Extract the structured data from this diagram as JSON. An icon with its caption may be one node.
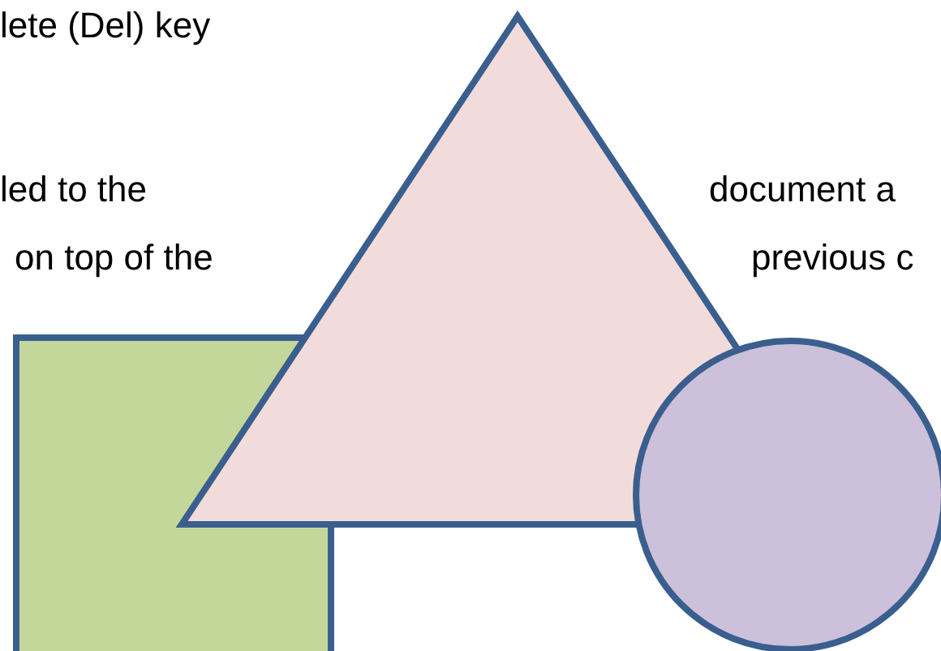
{
  "diagram": {
    "nodes": [
      {
        "text": [],
        "shape": "box"
      },
      {
        "text": [],
        "shape": "triangle"
      },
      {
        "text": [],
        "shape": "circle"
      }
    ],
    "labels": [
      "lete (Del) key",
      "led to the",
      "document a",
      "on top of the",
      "previous c"
    ]
  }
}
